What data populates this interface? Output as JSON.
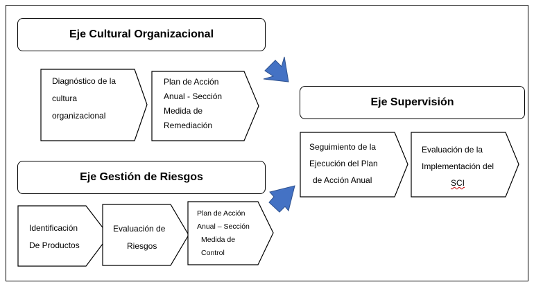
{
  "axes": {
    "cultural": {
      "title": "Eje Cultural Organizacional",
      "steps": [
        {
          "lines": [
            "Diagnóstico de la",
            "cultura",
            "organizacional"
          ]
        },
        {
          "lines": [
            "Plan de Acción",
            "Anual - Sección",
            "Medida de",
            "Remediación"
          ]
        }
      ]
    },
    "riesgos": {
      "title": "Eje Gestión de Riesgos",
      "steps": [
        {
          "lines": [
            "Identificación",
            "De Productos"
          ]
        },
        {
          "lines": [
            "Evaluación de",
            "Riesgos"
          ]
        },
        {
          "lines": [
            "Plan de Acción",
            "Anual – Sección",
            "Medida de",
            "Control"
          ]
        }
      ]
    },
    "supervision": {
      "title": "Eje Supervisión",
      "steps": [
        {
          "lines": [
            "Seguimiento de la",
            "Ejecución del Plan",
            "de Acción Anual"
          ]
        },
        {
          "lines": [
            "Evaluación de la",
            "Implementación del",
            "SCI"
          ]
        }
      ]
    }
  },
  "colors": {
    "arrow": "#4472c4",
    "arrow_edge": "#2f528f",
    "stroke": "#000000"
  }
}
